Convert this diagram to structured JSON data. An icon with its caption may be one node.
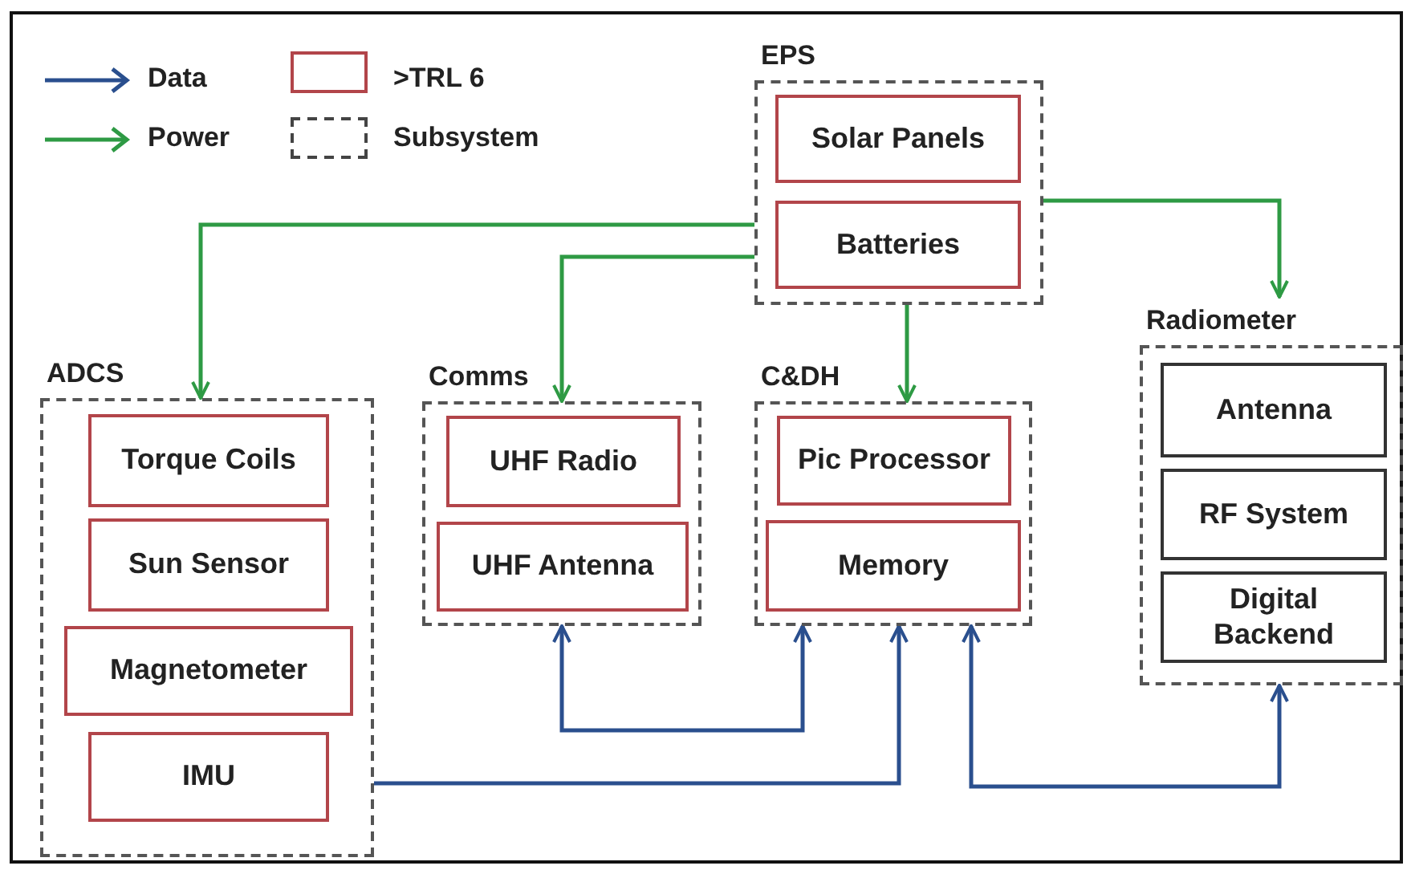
{
  "diagram": {
    "nodes": [
      {
        "text": [
          "EPS"
        ]
      },
      {
        "text": [
          "Solar Panels"
        ],
        "in": 0
      },
      {
        "text": [
          "Batteries"
        ],
        "in": 0
      },
      {
        "text": [
          "ADCS"
        ]
      },
      {
        "text": [
          "Torque Coils"
        ],
        "in": 3
      },
      {
        "text": [
          "Sun Sensor"
        ],
        "in": 3
      },
      {
        "text": [
          "Magnetometer"
        ],
        "in": 3
      },
      {
        "text": [
          "IMU"
        ],
        "in": 3
      },
      {
        "text": [
          "Comms"
        ]
      },
      {
        "text": [
          "UHF Radio"
        ],
        "in": 8
      },
      {
        "text": [
          "UHF Antenna"
        ],
        "in": 8
      },
      {
        "text": [
          "C&DH"
        ]
      },
      {
        "text": [
          "Pic Processor"
        ],
        "in": 11
      },
      {
        "text": [
          "Memory"
        ],
        "in": 11
      },
      {
        "text": [
          "Radiometer"
        ]
      },
      {
        "text": [
          "Antenna"
        ],
        "in": 14
      },
      {
        "text": [
          "RF System"
        ],
        "in": 14
      },
      {
        "text": [
          "Digital Backend"
        ],
        "in": 14
      }
    ],
    "edges": [
      {
        "from": 0,
        "to": 3,
        "arrow": "to",
        "color": "#2e9a44"
      },
      {
        "from": 0,
        "to": 8,
        "arrow": "to",
        "color": "#2e9a44"
      },
      {
        "from": 0,
        "to": 11,
        "arrow": "to",
        "color": "#2e9a44"
      },
      {
        "from": 0,
        "to": 14,
        "arrow": "to",
        "color": "#2e9a44"
      },
      {
        "from": 8,
        "to": 11,
        "arrow": "both",
        "color": "#2a4f8e"
      },
      {
        "from": 3,
        "to": 11,
        "arrow": "to",
        "color": "#2a4f8e"
      },
      {
        "from": 11,
        "to": 14,
        "arrow": "both",
        "color": "#2a4f8e"
      }
    ],
    "legend": [
      {
        "text": "Data"
      },
      {
        "text": "Power"
      },
      {
        "text": ">TRL 6"
      },
      {
        "text": "Subsystem"
      }
    ]
  }
}
